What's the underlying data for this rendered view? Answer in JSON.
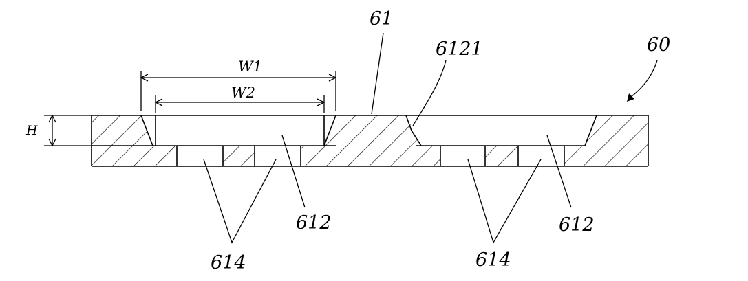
{
  "figure": {
    "reference_numerals": {
      "plate": "60",
      "top_surface": "61",
      "groove_left": "612",
      "groove_right": "612",
      "slanted_wall": "6121",
      "holes_left": "614",
      "holes_right": "614"
    },
    "dimensions": {
      "outer_width": "W1",
      "inner_width": "W2",
      "depth": "H"
    },
    "colors": {
      "ink": "#000000",
      "background": "#ffffff"
    }
  }
}
